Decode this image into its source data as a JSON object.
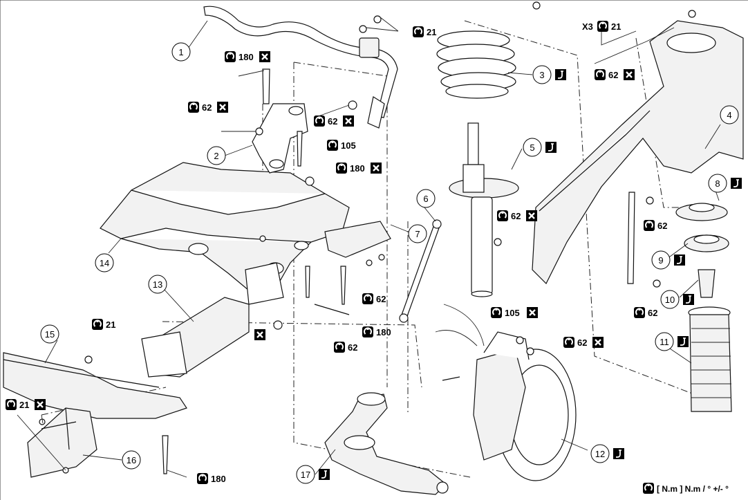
{
  "callouts": {
    "c1": "1",
    "c2": "2",
    "c3": "3",
    "c4": "4",
    "c5": "5",
    "c6": "6",
    "c7": "7",
    "c8": "8",
    "c9": "9",
    "c10": "10",
    "c11": "11",
    "c12": "12",
    "c13": "13",
    "c14": "14",
    "c15": "15",
    "c16": "16",
    "c17": "17"
  },
  "torques": {
    "t21_top": "21",
    "t21_x3": "21",
    "x3_label": "X3",
    "t180_a": "180",
    "t62_a": "62",
    "t62_b": "62",
    "t105_a": "105",
    "t180_b": "180",
    "t62_c": "62",
    "t62_d": "62",
    "t62_e": "62",
    "t62_f": "62",
    "t180_c": "180",
    "t62_g": "62",
    "t105_b": "105",
    "t62_h": "62",
    "t62_i": "62",
    "t21_mid": "21",
    "t21_left": "21",
    "t180_d": "180"
  },
  "legend": {
    "text": "[ N.m ] N.m / ° +/- °"
  },
  "icons": {
    "torque": "torque-wrench-icon",
    "replace": "replace-x-icon",
    "grease": "lubricate-icon"
  },
  "colors": {
    "ink": "#000000",
    "paper": "#ffffff",
    "fill": "#f2f2f2"
  }
}
